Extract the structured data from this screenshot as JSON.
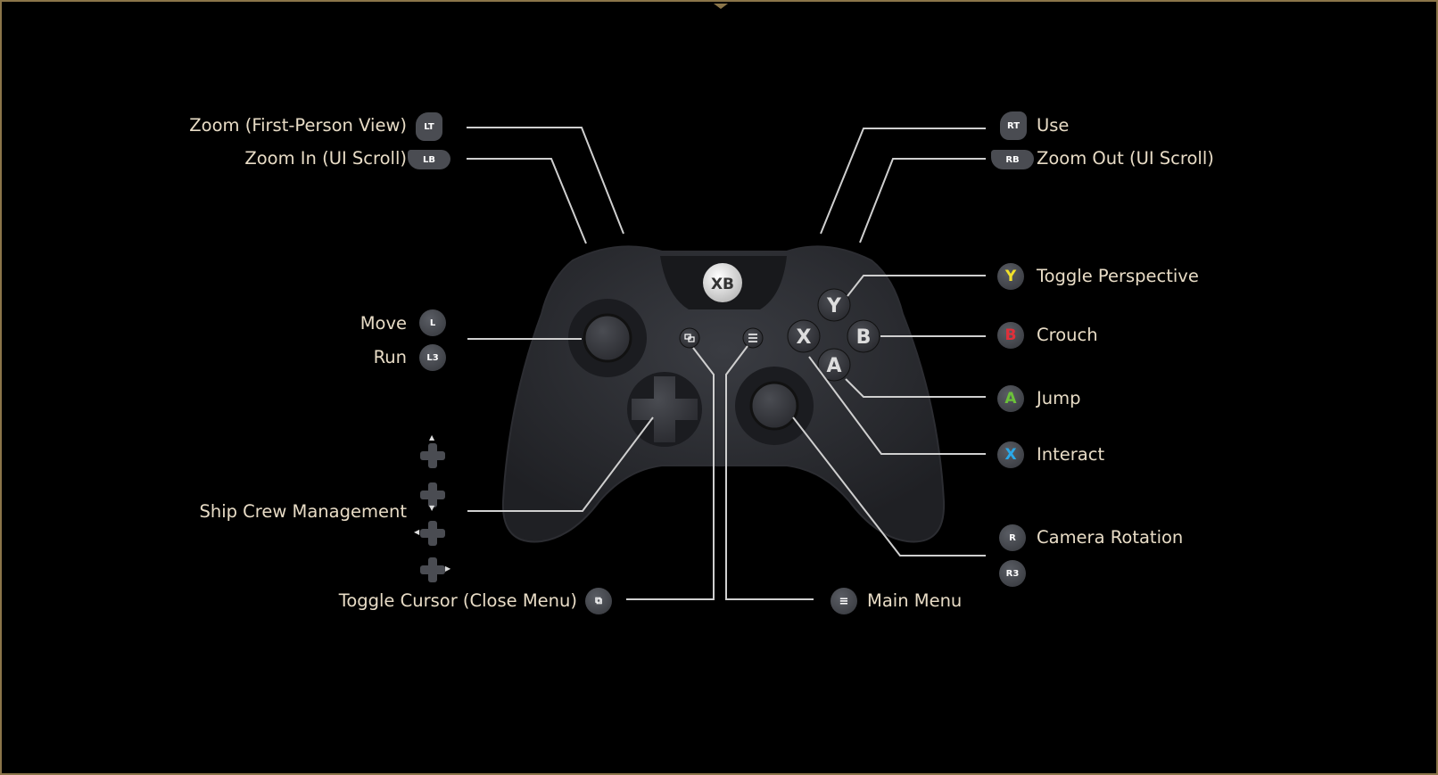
{
  "controller": {
    "guide_label": "XB",
    "face_buttons": {
      "y": "Y",
      "x": "X",
      "b": "B",
      "a": "A"
    }
  },
  "left": {
    "zoom_fp": {
      "label": "Zoom (First-Person View)",
      "icon": "LT"
    },
    "zoom_in": {
      "label": "Zoom In (UI Scroll)",
      "icon": "LB"
    },
    "move": {
      "label": "Move",
      "icon": "L"
    },
    "run": {
      "label": "Run",
      "icon": "L3"
    },
    "ship_crew": {
      "label": "Ship Crew Management"
    },
    "toggle_cursor": {
      "label": "Toggle Cursor (Close Menu)"
    }
  },
  "right": {
    "use": {
      "label": "Use",
      "icon": "RT"
    },
    "zoom_out": {
      "label": "Zoom Out (UI Scroll)",
      "icon": "RB"
    },
    "toggle_perspective": {
      "label": "Toggle Perspective",
      "icon": "Y",
      "color": "#f2e22a"
    },
    "crouch": {
      "label": "Crouch",
      "icon": "B",
      "color": "#e0303a"
    },
    "jump": {
      "label": "Jump",
      "icon": "A",
      "color": "#6cc23a"
    },
    "interact": {
      "label": "Interact",
      "icon": "X",
      "color": "#2aa8e8"
    },
    "camera_rotation": {
      "label": "Camera Rotation",
      "icon": "R",
      "icon2": "R3"
    },
    "main_menu": {
      "label": "Main Menu"
    }
  },
  "colors": {
    "frame": "#8b7549",
    "text": "#e8dcc6",
    "lines": "#cfcfcf"
  }
}
